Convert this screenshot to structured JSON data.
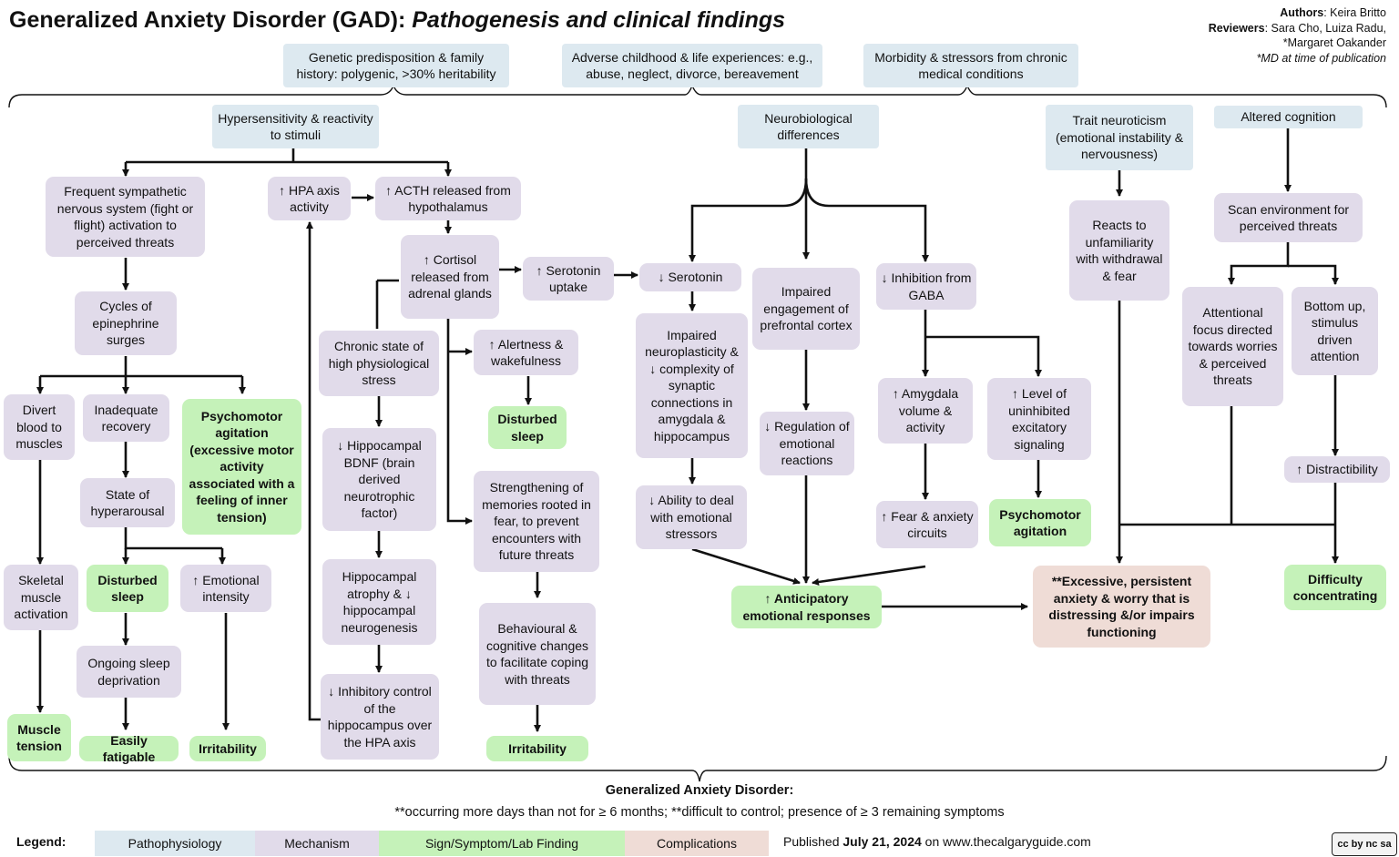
{
  "header": {
    "title_main": "Generalized Anxiety Disorder (GAD): ",
    "title_sub": "Pathogenesis and clinical findings",
    "authors_label": "Authors",
    "authors": "Keira Britto",
    "reviewers_label": "Reviewers",
    "reviewers": "Sara Cho, Luiza Radu,",
    "reviewers2": "*Margaret Oakander",
    "note": "*MD at time of publication"
  },
  "nodes": {
    "genetic": "Genetic predisposition & family history: polygenic, >30% heritability",
    "adverse": "Adverse childhood & life experiences: e.g., abuse, neglect, divorce, bereavement",
    "morbidity": "Morbidity & stressors from chronic medical conditions",
    "hypersens": "Hypersensitivity & reactivity to stimuli",
    "sympathetic": "Frequent sympathetic nervous system (fight or flight) activation to perceived threats",
    "epinephrine": "Cycles of epinephrine surges",
    "divert": "Divert blood to muscles",
    "inadequate": "Inadequate recovery",
    "psychomotor1": "Psychomotor agitation (excessive motor activity associated with a feeling of inner tension)",
    "hyperarousal": "State of hyperarousal",
    "skeletal": "Skeletal muscle activation",
    "dsleep1": "Disturbed sleep",
    "emotional_int": "↑ Emotional intensity",
    "sleep_dep": "Ongoing sleep deprivation",
    "muscle_tension": "Muscle tension",
    "fatigable": "Easily fatigable",
    "irritability1": "Irritability",
    "hpa": "↑ HPA axis activity",
    "acth": "↑ ACTH released from hypothalamus",
    "cortisol": "↑ Cortisol released from adrenal glands",
    "chronic_stress": "Chronic state of high physiological stress",
    "bdnf": "↓ Hippocampal BDNF (brain derived neurotrophic factor)",
    "atrophy": "Hippocampal atrophy & ↓ hippocampal neurogenesis",
    "inhibitory": "↓ Inhibitory control of the hippocampus over the HPA axis",
    "alertness": "↑ Alertness & wakefulness",
    "dsleep2": "Disturbed sleep",
    "memories": "Strengthening of memories rooted in fear, to prevent encounters with future threats",
    "behavioural": "Behavioural & cognitive changes to facilitate coping with threats",
    "irritability2": "Irritability",
    "serotonin_up": "↑ Serotonin uptake",
    "serotonin_down": "↓ Serotonin",
    "neuroplasticity": "Impaired neuroplasticity & ↓ complexity of synaptic connections in amygdala & hippocampus",
    "cope": "↓ Ability to deal with emotional stressors",
    "neurobio": "Neurobiological differences",
    "prefrontal": "Impaired engagement of prefrontal cortex",
    "regulation": "↓ Regulation of emotional reactions",
    "gaba": "↓ Inhibition from GABA",
    "amygdala": "↑ Amygdala volume & activity",
    "fear": "↑ Fear & anxiety circuits",
    "excitatory": "↑ Level of uninhibited excitatory signaling",
    "psychomotor2": "Psychomotor agitation",
    "anticipatory": "↑ Anticipatory emotional responses",
    "trait": "Trait neuroticism (emotional instability & nervousness)",
    "unfamiliar": "Reacts to unfamiliarity with withdrawal & fear",
    "altered": "Altered cognition",
    "scan": "Scan environment for perceived threats",
    "attentional": "Attentional focus directed towards worries & perceived threats",
    "bottomup": "Bottom up, stimulus driven attention",
    "distractibility": "↑ Distractibility",
    "difficulty": "Difficulty concentrating",
    "excessive": "**Excessive, persistent anxiety & worry that is distressing &/or impairs functioning"
  },
  "footer": {
    "gad": "Generalized Anxiety Disorder:",
    "criteria": "**occurring more days than not for ≥ 6  months; **difficult to control; presence of ≥ 3 remaining symptoms"
  },
  "legend": {
    "label": "Legend:",
    "pathophysiology": "Pathophysiology",
    "mechanism": "Mechanism",
    "sign": "Sign/Symptom/Lab Finding",
    "complications": "Complications",
    "published_prefix": "Published ",
    "published_date": "July 21, 2024",
    "published_suffix": " on www.thecalgaryguide.com",
    "license": "cc by nc sa"
  },
  "colors": {
    "pathophysiology": "#dde9f0",
    "mechanism": "#e1dbea",
    "sign": "#c5f2b9",
    "complications": "#efdcd6"
  }
}
